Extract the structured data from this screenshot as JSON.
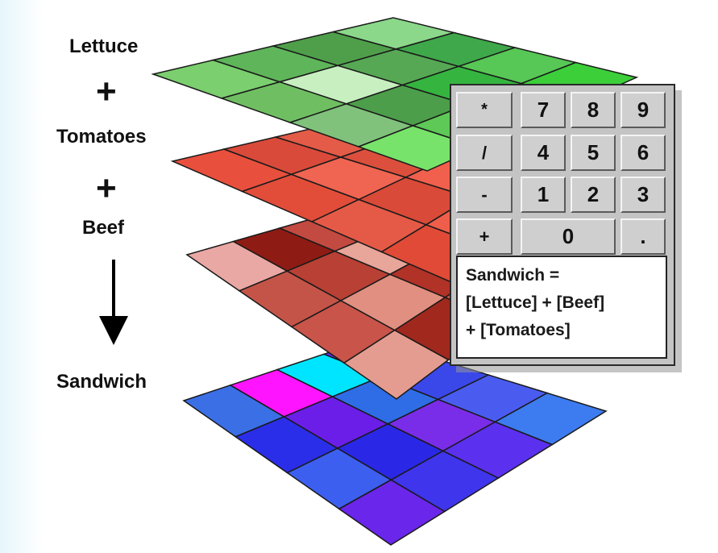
{
  "labels": {
    "lettuce": "Lettuce",
    "plus1": "+",
    "tomatoes": "Tomatoes",
    "plus2": "+",
    "beef": "Beef",
    "sandwich": "Sandwich"
  },
  "calculator": {
    "keys": [
      "*",
      "7",
      "8",
      "9",
      "/",
      "4",
      "5",
      "6",
      "-",
      "1",
      "2",
      "3",
      "+",
      "0",
      "."
    ],
    "display_lines": [
      "Sandwich =",
      "[Lettuce] + [Beef]",
      "+ [Tomatoes]"
    ]
  },
  "layers": {
    "lettuce": {
      "cells": [
        [
          "#7bcf6e",
          "#5fb55a",
          "#4f9f4a",
          "#8bd88a"
        ],
        [
          "#6fbf62",
          "#c8efc0",
          "#56a854",
          "#3fa84a"
        ],
        [
          "#80c27c",
          "#4c9e4a",
          "#35b53f",
          "#57c755"
        ],
        [
          "#78e36a",
          "#5ec957",
          "#8fe27f",
          "#3ccf3a"
        ]
      ]
    },
    "tomatoes": {
      "cells": [
        [
          "#e8503d",
          "#d94a3a",
          "#e45b47",
          "#d8442f"
        ],
        [
          "#e24d3a",
          "#f06452",
          "#dc4f3d",
          "#ec5b48"
        ],
        [
          "#e55a47",
          "#d94a38",
          "#f0604c",
          "#e15240"
        ],
        [
          "#e04a36",
          "#ef5e4a",
          "#dc4c3a",
          "#e96250"
        ]
      ]
    },
    "beef": {
      "cells": [
        [
          "#e9a8a4",
          "#8e1c14",
          "#c24a40",
          "#d37060"
        ],
        [
          "#c55448",
          "#b84034",
          "#e8a59a",
          "#cf6d60"
        ],
        [
          "#c8544a",
          "#e08f80",
          "#b13226",
          "#d76a5d"
        ],
        [
          "#e59c90",
          "#a0281d",
          "#cc5a4c",
          "#e08274"
        ]
      ]
    },
    "sandwich": {
      "cells": [
        [
          "#3b6fe6",
          "#ff14ff",
          "#00e5ff",
          "#5a2ef0"
        ],
        [
          "#2b2ee8",
          "#6a1ee8",
          "#2f6de6",
          "#3a48ea"
        ],
        [
          "#3d5ff0",
          "#2a28e6",
          "#7a2de8",
          "#4a5cf0"
        ],
        [
          "#6a26ea",
          "#3f35ec",
          "#5b30ee",
          "#3d7bf0"
        ]
      ]
    }
  }
}
